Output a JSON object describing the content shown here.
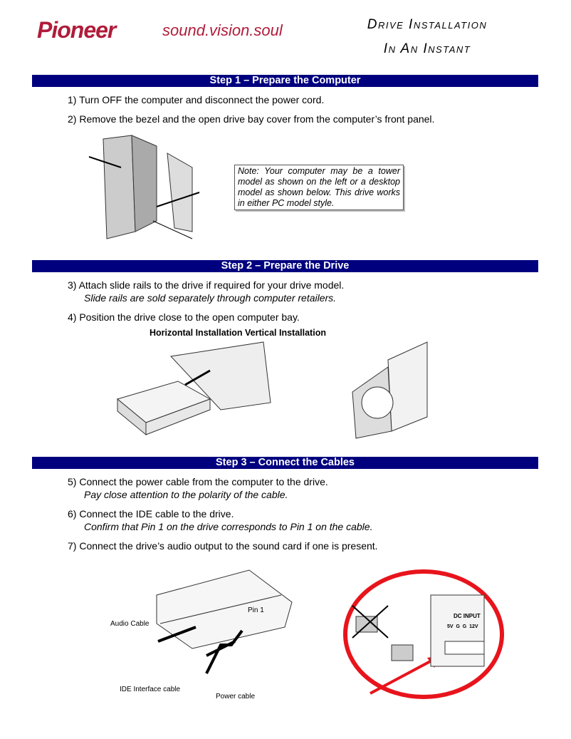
{
  "header": {
    "logo": "Pioneer",
    "slogan": "sound.vision.soul",
    "title_line1": "Drive Installation",
    "title_line2": "In An Instant"
  },
  "step1": {
    "heading": "Step 1 – Prepare the Computer",
    "items": [
      "1)  Turn OFF the computer and disconnect the power cord.",
      "2)  Remove the bezel and the open drive bay cover from the computer’s front panel."
    ],
    "note": "Note: Your computer may be a tower model as shown on the left or a desktop model as shown below.  This drive works in either PC model style."
  },
  "step2": {
    "heading": "Step 2 – Prepare the Drive",
    "items": [
      "3)  Attach slide rails to the drive if required for your drive model.",
      "4)  Position the drive close to the open computer bay."
    ],
    "item3_sub": "Slide rails are sold separately through computer retailers.",
    "caption": "Horizontal Installation  Vertical Installation"
  },
  "step3": {
    "heading": "Step 3 – Connect the Cables",
    "items": [
      "5)  Connect the power cable from the computer to the drive.",
      "6)  Connect the IDE cable to the drive.",
      "7)  Connect the drive’s audio output to the sound card if one is present."
    ],
    "item5_sub": "Pay close attention to the polarity of the cable.",
    "item6_sub": "Confirm that Pin 1 on the drive corresponds to Pin 1 on the cable.",
    "diagram_labels": {
      "audio": "Audio Cable",
      "ide": "IDE Interface cable",
      "power": "Power cable",
      "pin1": "Pin 1",
      "dc_input": "DC INPUT",
      "pins": "5V  G  G  12V"
    }
  },
  "colors": {
    "brand": "#b01c3a",
    "step_bar": "#00007f",
    "highlight": "#e8141c"
  }
}
